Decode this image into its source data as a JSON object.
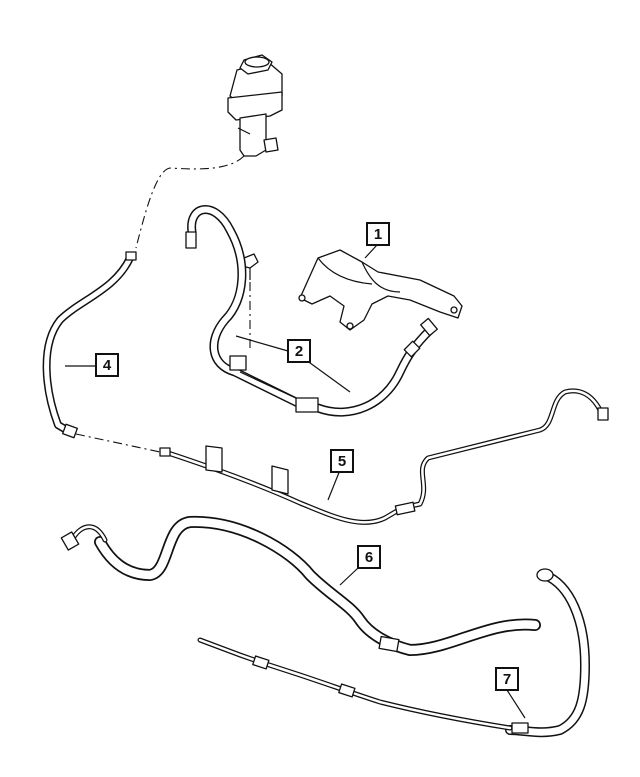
{
  "callouts": [
    {
      "number": "1"
    },
    {
      "number": "2"
    },
    {
      "number": "4"
    },
    {
      "number": "5"
    },
    {
      "number": "6"
    },
    {
      "number": "7"
    }
  ]
}
